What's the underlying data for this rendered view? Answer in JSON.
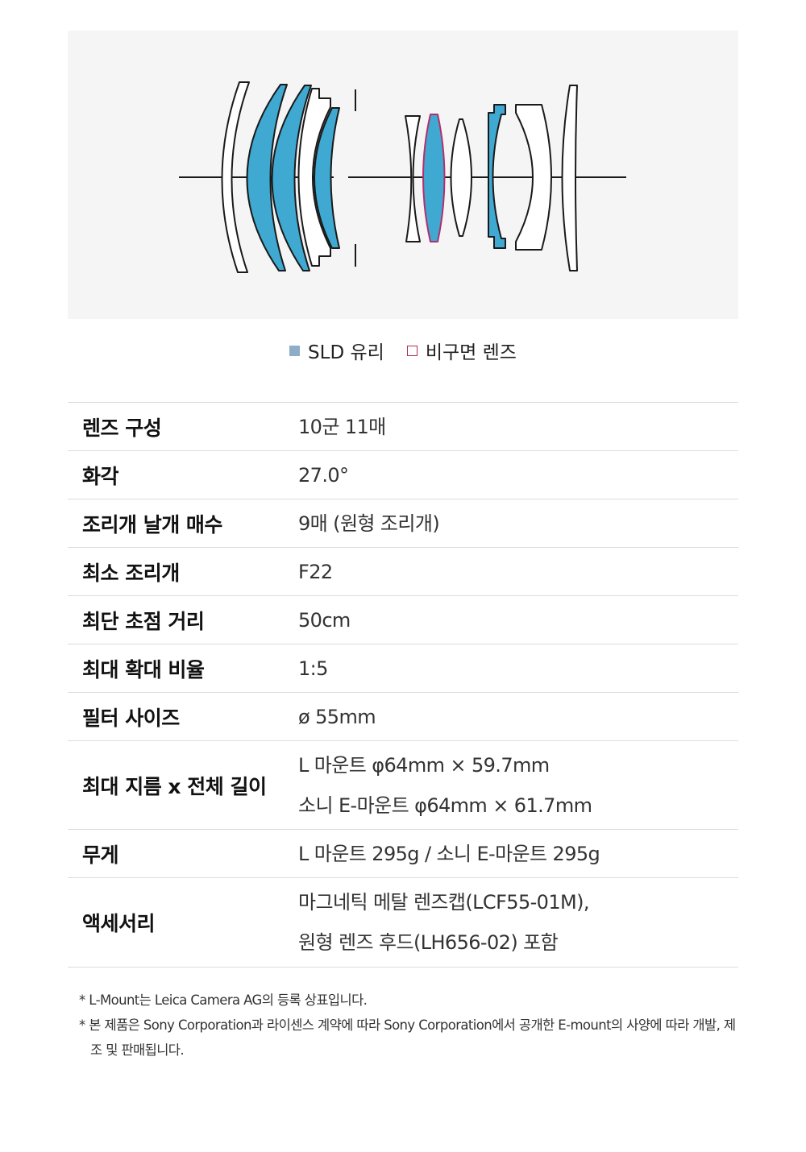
{
  "diagram": {
    "colors": {
      "sld": "#3fa9d2",
      "outline": "#1a1a1a",
      "asph": "#b0306e",
      "background": "#f5f5f5"
    }
  },
  "legend": {
    "items": [
      {
        "label": "SLD 유리",
        "color": "#8fadc6"
      },
      {
        "label": "비구면 렌즈",
        "color": "#b0304e"
      }
    ]
  },
  "specs": {
    "rows": [
      {
        "label": "렌즈 구성",
        "values": [
          "10군 11매"
        ]
      },
      {
        "label": "화각",
        "values": [
          "27.0°"
        ]
      },
      {
        "label": "조리개 날개 매수",
        "values": [
          "9매 (원형 조리개)"
        ]
      },
      {
        "label": "최소 조리개",
        "values": [
          "F22"
        ]
      },
      {
        "label": "최단 초점 거리",
        "values": [
          "50cm"
        ]
      },
      {
        "label": "최대 확대 비율",
        "values": [
          "1:5"
        ]
      },
      {
        "label": "필터 사이즈",
        "values": [
          "ø 55mm"
        ]
      },
      {
        "label": "최대 지름 x 전체 길이",
        "values": [
          "L 마운트 φ64mm × 59.7mm",
          "소니 E-마운트 φ64mm × 61.7mm"
        ]
      },
      {
        "label": "무게",
        "values": [
          "L 마운트 295g / 소니 E-마운트 295g"
        ]
      },
      {
        "label": "액세서리",
        "values": [
          "마그네틱 메탈 렌즈캡(LCF55-01M),",
          "원형 렌즈 후드(LH656-02) 포함"
        ]
      }
    ]
  },
  "notes": [
    "* L-Mount는 Leica Camera AG의 등록 상표입니다.",
    "* 본 제품은 Sony Corporation과 라이센스 계약에 따라 Sony Corporation에서 공개한 E-mount의 사양에 따라 개발, 제조 및 판매됩니다."
  ]
}
